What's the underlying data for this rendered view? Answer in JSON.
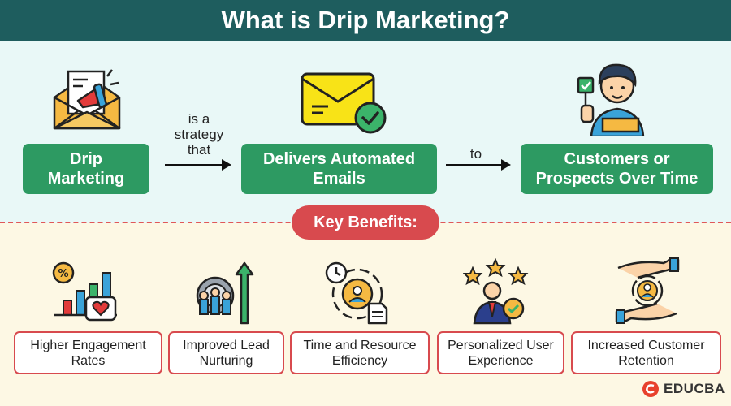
{
  "title": "What is Drip Marketing?",
  "flow": {
    "box1": "Drip Marketing",
    "connector1": "is a strategy that",
    "box2": "Delivers Automated Emails",
    "connector2": "to",
    "box3": "Customers or Prospects Over Time"
  },
  "key_benefits_label": "Key Benefits:",
  "benefits": [
    {
      "label": "Higher Engagement Rates",
      "icon": "growth-chart-heart-icon"
    },
    {
      "label": "Improved Lead Nurturing",
      "icon": "team-growth-arrow-icon"
    },
    {
      "label": "Time and Resource Efficiency",
      "icon": "clock-gear-document-icon"
    },
    {
      "label": "Personalized User Experience",
      "icon": "user-stars-badge-icon"
    },
    {
      "label": "Increased Customer Retention",
      "icon": "hands-cycle-user-icon"
    }
  ],
  "logo": "EDUCBA",
  "colors": {
    "header": "#1e5d5e",
    "green": "#2d9a62",
    "red": "#d84a4e",
    "top_bg": "#e9f8f7",
    "bottom_bg": "#fdf8e4"
  }
}
